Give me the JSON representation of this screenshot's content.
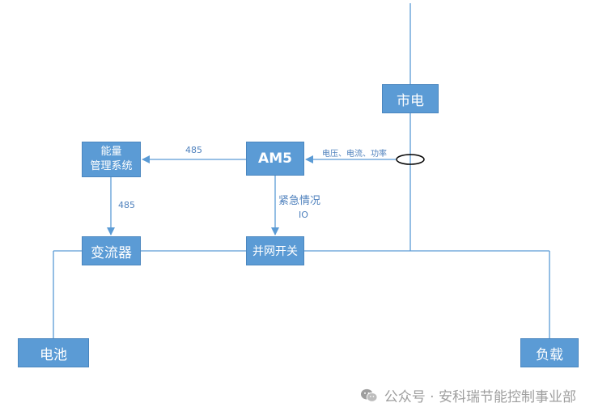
{
  "nodes": {
    "grid": "市电",
    "am5": "AM5",
    "ems_line1": "能量",
    "ems_line2": "管理系统",
    "pcs": "变流器",
    "grid_switch": "并网开关",
    "battery": "电池",
    "load": "负载"
  },
  "edge_labels": {
    "am5_to_ems": "485",
    "ems_to_pcs": "485",
    "ct_to_am5": "电压、电流、功率",
    "emergency": "紧急情况",
    "io": "IO"
  },
  "watermark": {
    "icon": "wechat-icon",
    "text": "公众号 · 安科瑞节能控制事业部"
  },
  "colors": {
    "box_fill": "#5b9bd5",
    "line": "#5b9bd5",
    "label": "#4f81bd",
    "watermark": "#9e9e9e"
  }
}
